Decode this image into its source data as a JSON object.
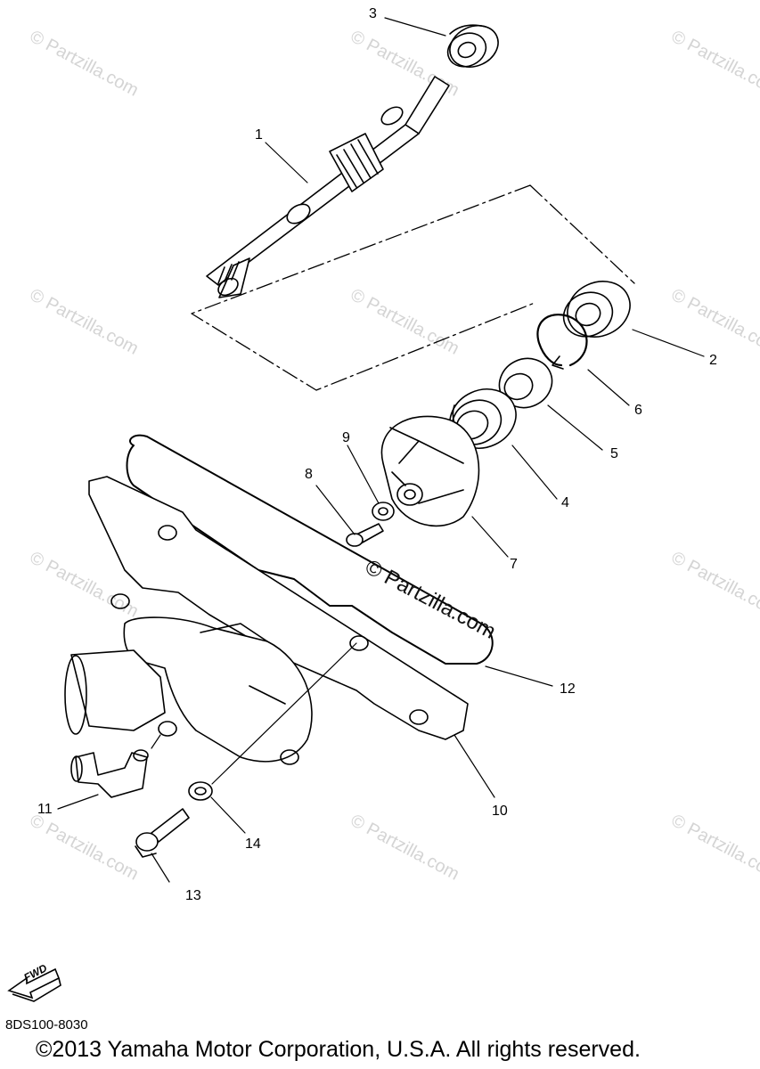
{
  "watermark": {
    "text": "© Partzilla.com",
    "center_text": "© Partzilla.com"
  },
  "callouts": [
    {
      "id": "1",
      "label": "1"
    },
    {
      "id": "2",
      "label": "2"
    },
    {
      "id": "3",
      "label": "3"
    },
    {
      "id": "4",
      "label": "4"
    },
    {
      "id": "5",
      "label": "5"
    },
    {
      "id": "6",
      "label": "6"
    },
    {
      "id": "7",
      "label": "7"
    },
    {
      "id": "8",
      "label": "8"
    },
    {
      "id": "9",
      "label": "9"
    },
    {
      "id": "10",
      "label": "10"
    },
    {
      "id": "11",
      "label": "11"
    },
    {
      "id": "12",
      "label": "12"
    },
    {
      "id": "13",
      "label": "13"
    },
    {
      "id": "14",
      "label": "14"
    }
  ],
  "fwd_label": "FWD",
  "diagram_code": "8DS100-8030",
  "copyright": "©2013 Yamaha Motor Corporation, U.S.A. All rights reserved."
}
